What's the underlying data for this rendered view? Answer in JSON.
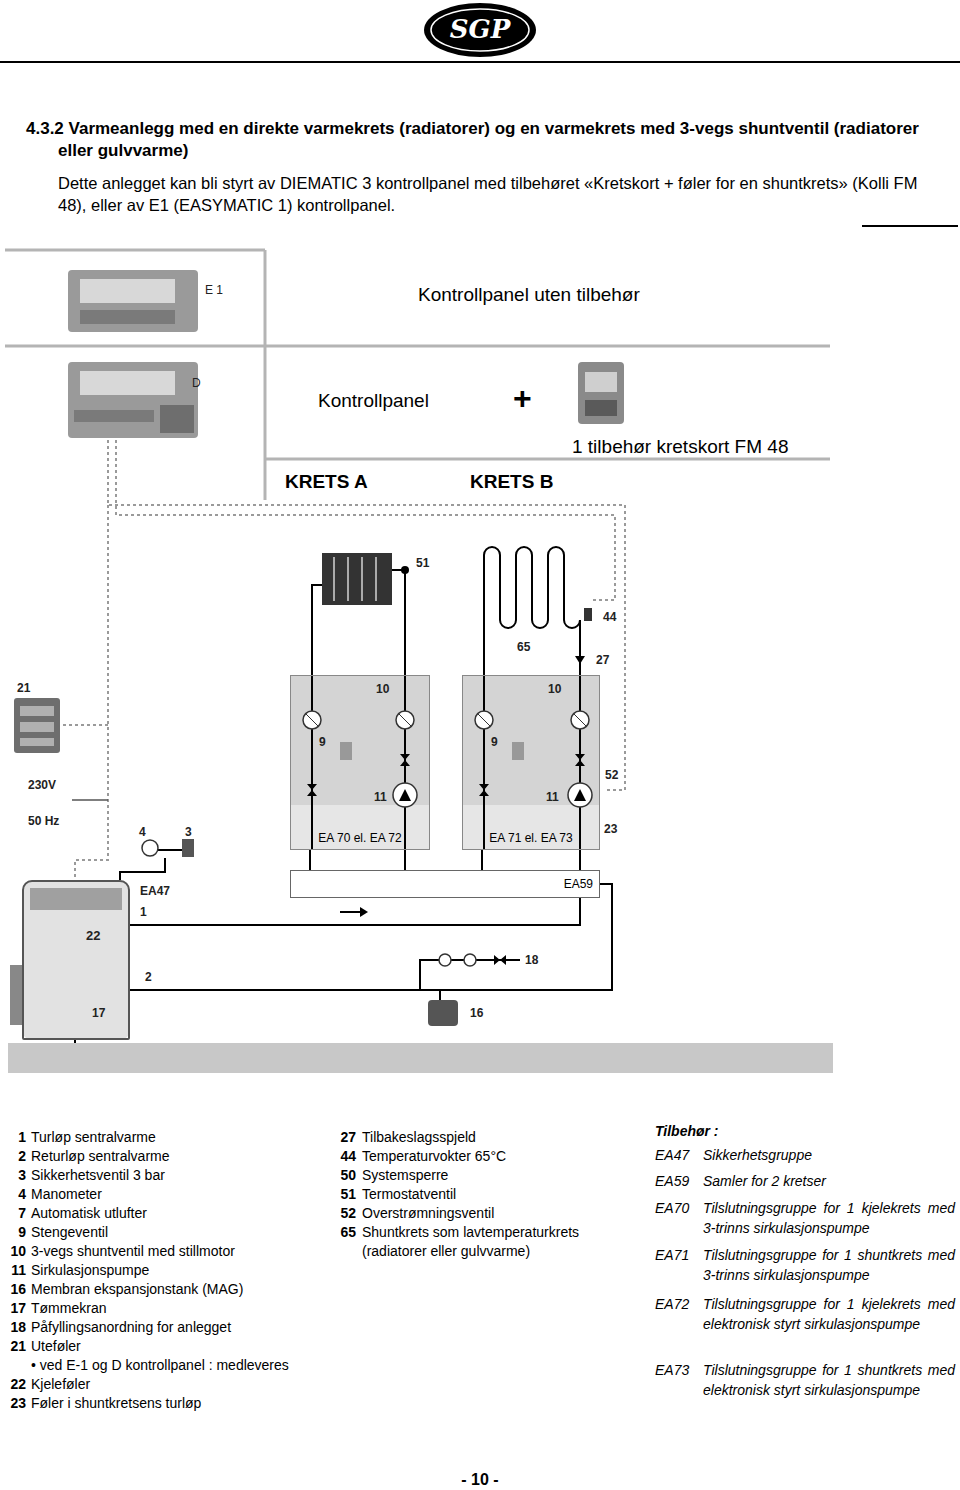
{
  "diagram": {
    "title": "4.3.2 Varmeanlegg med en direkte varmekrets (radiatorer) og en varmekrets med 3-vegs shuntventil (radiatorer eller gulvvarme)",
    "nodes": [
      {
        "text": [
          "EA 70 el. EA 72"
        ]
      },
      {
        "text": [
          "EA 71 el. EA 73"
        ]
      },
      {
        "text": [
          "EA59"
        ]
      },
      {
        "text": [
          "22"
        ]
      }
    ],
    "edges": [
      {
        "from": 0,
        "to": 2,
        "arrow": "none"
      },
      {
        "from": 1,
        "to": 2,
        "arrow": "none"
      },
      {
        "from": 2,
        "to": 3,
        "arrow": "none"
      }
    ],
    "labels": [
      "SGP",
      "Dette anlegget kan bli styrt av DIEMATIC 3 kontrollpanel med tilbehøret «Kretskort + føler for en shuntkrets» (Kolli FM 48), eller av E1 (EASYMATIC 1) kontrollpanel.",
      "E 1",
      "Kontrollpanel uten tilbehør",
      "D",
      "Kontrollpanel",
      "+",
      "1 tilbehør kretskort FM 48",
      "KRETS A",
      "KRETS B",
      "51",
      "65",
      "44",
      "27",
      "21",
      "10",
      "10",
      "9",
      "9",
      "11",
      "11",
      "52",
      "23",
      "230V",
      "50 Hz",
      "4",
      "3",
      "EA47",
      "1",
      "2",
      "17",
      "18",
      "16",
      "1",
      "Turløp sentralvarme",
      "2",
      "Returløp sentralvarme",
      "3",
      "Sikkerhetsventil 3 bar",
      "4",
      "Manometer",
      "7",
      "Automatisk utlufter",
      "9",
      "Stengeventil",
      "10",
      "3-vegs shuntventil med stillmotor",
      "11",
      "Sirkulasjonspumpe",
      "16",
      "Membran ekspansjonstank (MAG)",
      "17",
      "Tømmekran",
      "18",
      "Påfyllingsanordning for anlegget",
      "21",
      "Uteføler",
      "• ved E-1 og D kontrollpanel : medleveres",
      "22",
      "Kjeleføler",
      "23",
      "Føler i shuntkretsens turløp",
      "27",
      "Tilbakeslagsspjeld",
      "44",
      "Temperaturvokter 65°C",
      "50",
      "Systemsperre",
      "51",
      "Termostatventil",
      "52",
      "Overstrømningsventil",
      "65",
      "Shuntkrets som lavtemperaturkrets (radiatorer eller gulvvarme)",
      "Tilbehør :",
      "EA47",
      "Sikkerhetsgruppe",
      "EA59",
      "Samler for 2 kretser",
      "EA70",
      "Tilslutningsgruppe for 1 kjelekrets med 3-trinns sirkulasjonspumpe",
      "EA71",
      "Tilslutningsgruppe for 1 shuntkrets med 3-trinns sirkulasjonspumpe",
      "EA72",
      "Tilslutningsgruppe for 1 kjelekrets med elektronisk styrt sirkulasjonspumpe",
      "EA73",
      "Tilslutningsgruppe for 1 shuntkrets med elektronisk styrt sirkulasjonspumpe",
      "- 10 -"
    ]
  }
}
